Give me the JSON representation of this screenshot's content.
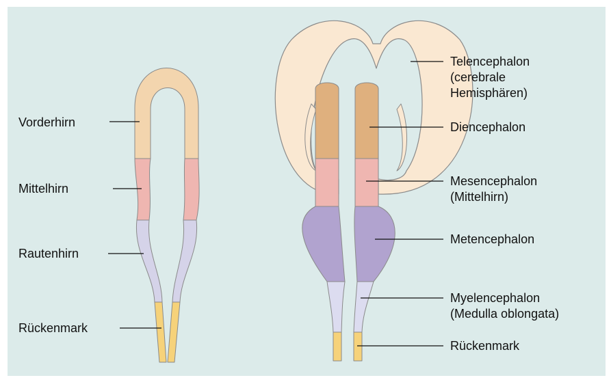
{
  "left_labels": {
    "vorderhirn": "Vorderhirn",
    "mittelhirn": "Mittelhirn",
    "rautenhirn": "Rautenhirn",
    "rueckenmark": "Rückenmark"
  },
  "right_labels": {
    "telencephalon": [
      "Telencephalon",
      "(cerebrale",
      "Hemisphären)"
    ],
    "diencephalon": "Diencephalon",
    "mesencephalon": [
      "Mesencephalon",
      "(Mittelhirn)"
    ],
    "metencephalon": "Metencephalon",
    "myelencephalon": [
      "Myelencephalon",
      "(Medulla oblongata)"
    ],
    "rueckenmark": "Rückenmark"
  },
  "colors": {
    "background": "#dcebea",
    "forebrain": "#f3d5ae",
    "telencephalon": "#fae8d2",
    "diencephalon": "#dfb07e",
    "midbrain": "#efb6b1",
    "hindbrain": "#d5d3e9",
    "metencephalon": "#b1a3cf",
    "myelencephalon": "#dcdcf0",
    "spinal_cord": "#f6d27a",
    "outline": "#8a8a8a",
    "leader_line": "#111111"
  }
}
